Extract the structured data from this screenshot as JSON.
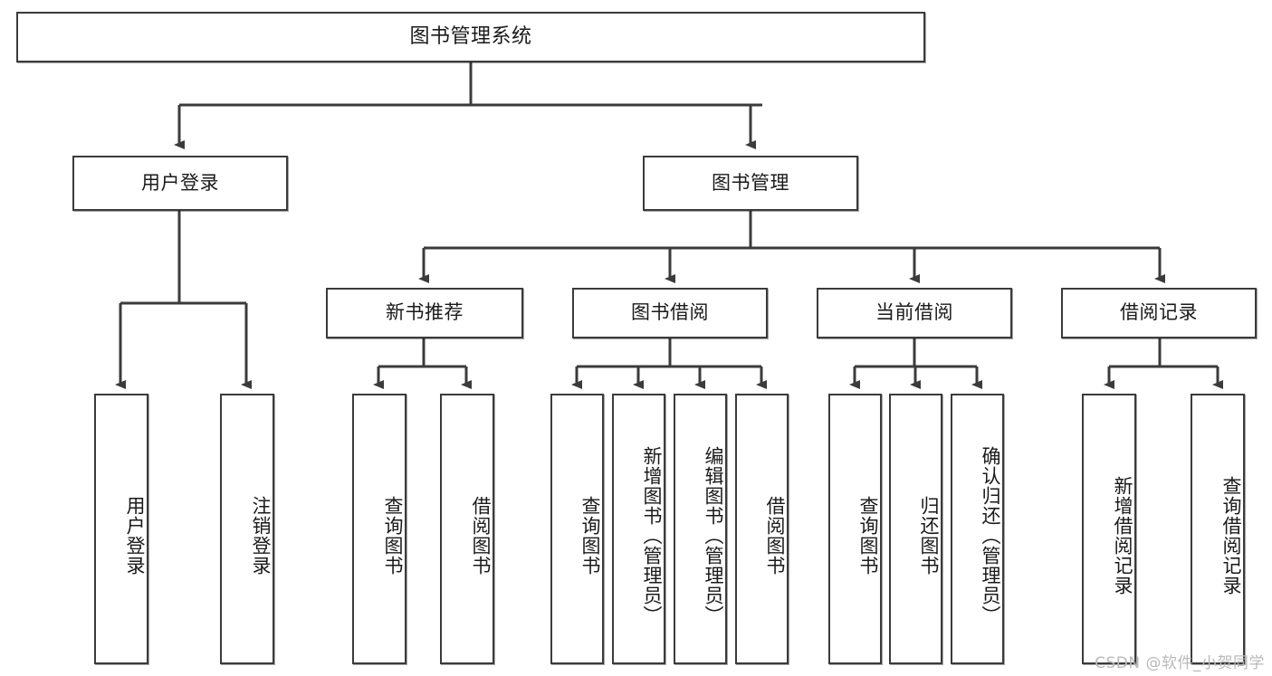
{
  "diagram": {
    "title": "图书管理系统",
    "type": "hierarchy-tree",
    "root": {
      "label": "图书管理系统"
    },
    "level1": [
      {
        "label": "用户登录"
      },
      {
        "label": "图书管理"
      }
    ],
    "level2": [
      {
        "label": "新书推荐"
      },
      {
        "label": "图书借阅"
      },
      {
        "label": "当前借阅"
      },
      {
        "label": "借阅记录"
      }
    ],
    "leaves": {
      "user_login": [
        {
          "label": "用户登录"
        },
        {
          "label": "注销登录"
        }
      ],
      "new_book_recommend": [
        {
          "label": "查询图书"
        },
        {
          "label": "借阅图书"
        }
      ],
      "book_borrow": [
        {
          "label": "查询图书"
        },
        {
          "label": "新增图书（管理员）"
        },
        {
          "label": "编辑图书（管理员）"
        },
        {
          "label": "借阅图书"
        }
      ],
      "current_borrow": [
        {
          "label": "查询图书"
        },
        {
          "label": "归还图书"
        },
        {
          "label": "确认归还（管理员）"
        }
      ],
      "borrow_record": [
        {
          "label": "新增借阅记录"
        },
        {
          "label": "查询借阅记录"
        }
      ]
    }
  },
  "watermark": {
    "text": "CSDN @软件_小贺同学"
  },
  "colors": {
    "stroke": "#3b3b3b",
    "fill": "#ffffff",
    "text": "#1a1a1a",
    "watermark": "#b9b9b9"
  }
}
